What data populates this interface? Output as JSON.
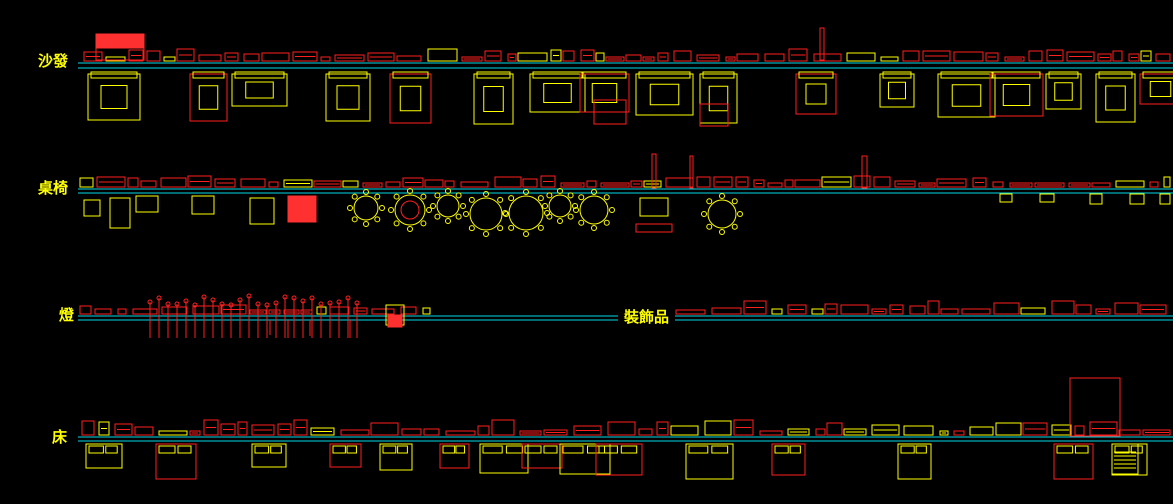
{
  "view": {
    "type": "CAD model space (furniture block library)",
    "background_color": "#000000"
  },
  "colors": {
    "guide_line": "#00d8e8",
    "elevation_block": "#ff2020",
    "plan_block": "#ffff00",
    "accent_block": "#ff3030",
    "label_text": "#ffff00",
    "misc_mark": "#00ff00"
  },
  "rows": [
    {
      "id": "sofa",
      "label": "沙發",
      "plan_count": 19
    },
    {
      "id": "table_chair",
      "label": "桌椅",
      "plan_count": 16
    },
    {
      "id": "lamp",
      "label": "燈"
    },
    {
      "id": "decoration",
      "label": "裝飾品"
    },
    {
      "id": "bed",
      "label": "床",
      "plan_count": 15
    }
  ]
}
